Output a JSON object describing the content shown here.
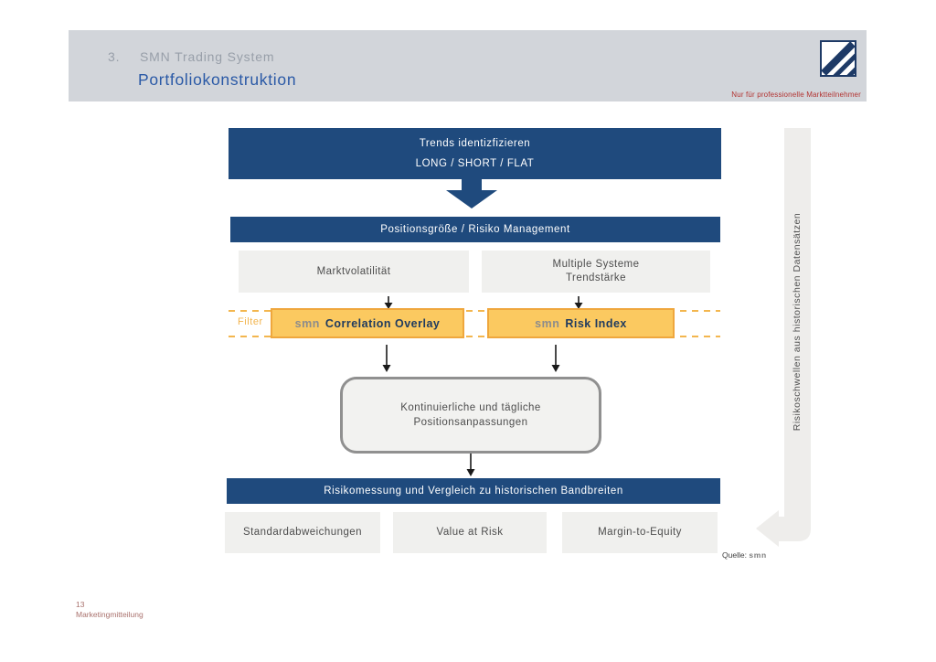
{
  "header": {
    "section_number": "3.",
    "section_title": "SMN Trading System",
    "subtitle": "Portfoliokonstruktion",
    "disclaimer": "Nur für professionelle Marktteilnehmer"
  },
  "diagram": {
    "trends_box": {
      "line1": "Trends identizfizieren",
      "line2": "LONG / SHORT / FLAT"
    },
    "position_bar": "Positionsgröße / Risiko Management",
    "inputs": {
      "left": "Marktvolatilität",
      "right_line1": "Multiple Systeme",
      "right_line2": "Trendstärke"
    },
    "filter": {
      "label": "Filter",
      "boxes": [
        {
          "prefix": "smn",
          "label": "Correlation Overlay"
        },
        {
          "prefix": "smn",
          "label": "Risk Index"
        }
      ]
    },
    "adjustment_box": {
      "line1": "Kontinuierliche und tägliche",
      "line2": "Positionsanpassungen"
    },
    "risk_bar": "Risikomessung und Vergleich zu historischen Bandbreiten",
    "outputs": [
      "Standardabweichungen",
      "Value at Risk",
      "Margin-to-Equity"
    ],
    "side_note": "Risikoschwellen aus historischen Datensätzen"
  },
  "source": {
    "label": "Quelle:",
    "value": "smn"
  },
  "footer": {
    "page_number": "13",
    "label": "Marketingmitteilung"
  },
  "colors": {
    "navy": "#1f4a7d",
    "header_gray": "#d2d5da",
    "yellow_fill": "#fbc960",
    "yellow_border": "#efa73d",
    "accent_red": "#b23230",
    "light_gray_box": "#f0f0ee"
  }
}
